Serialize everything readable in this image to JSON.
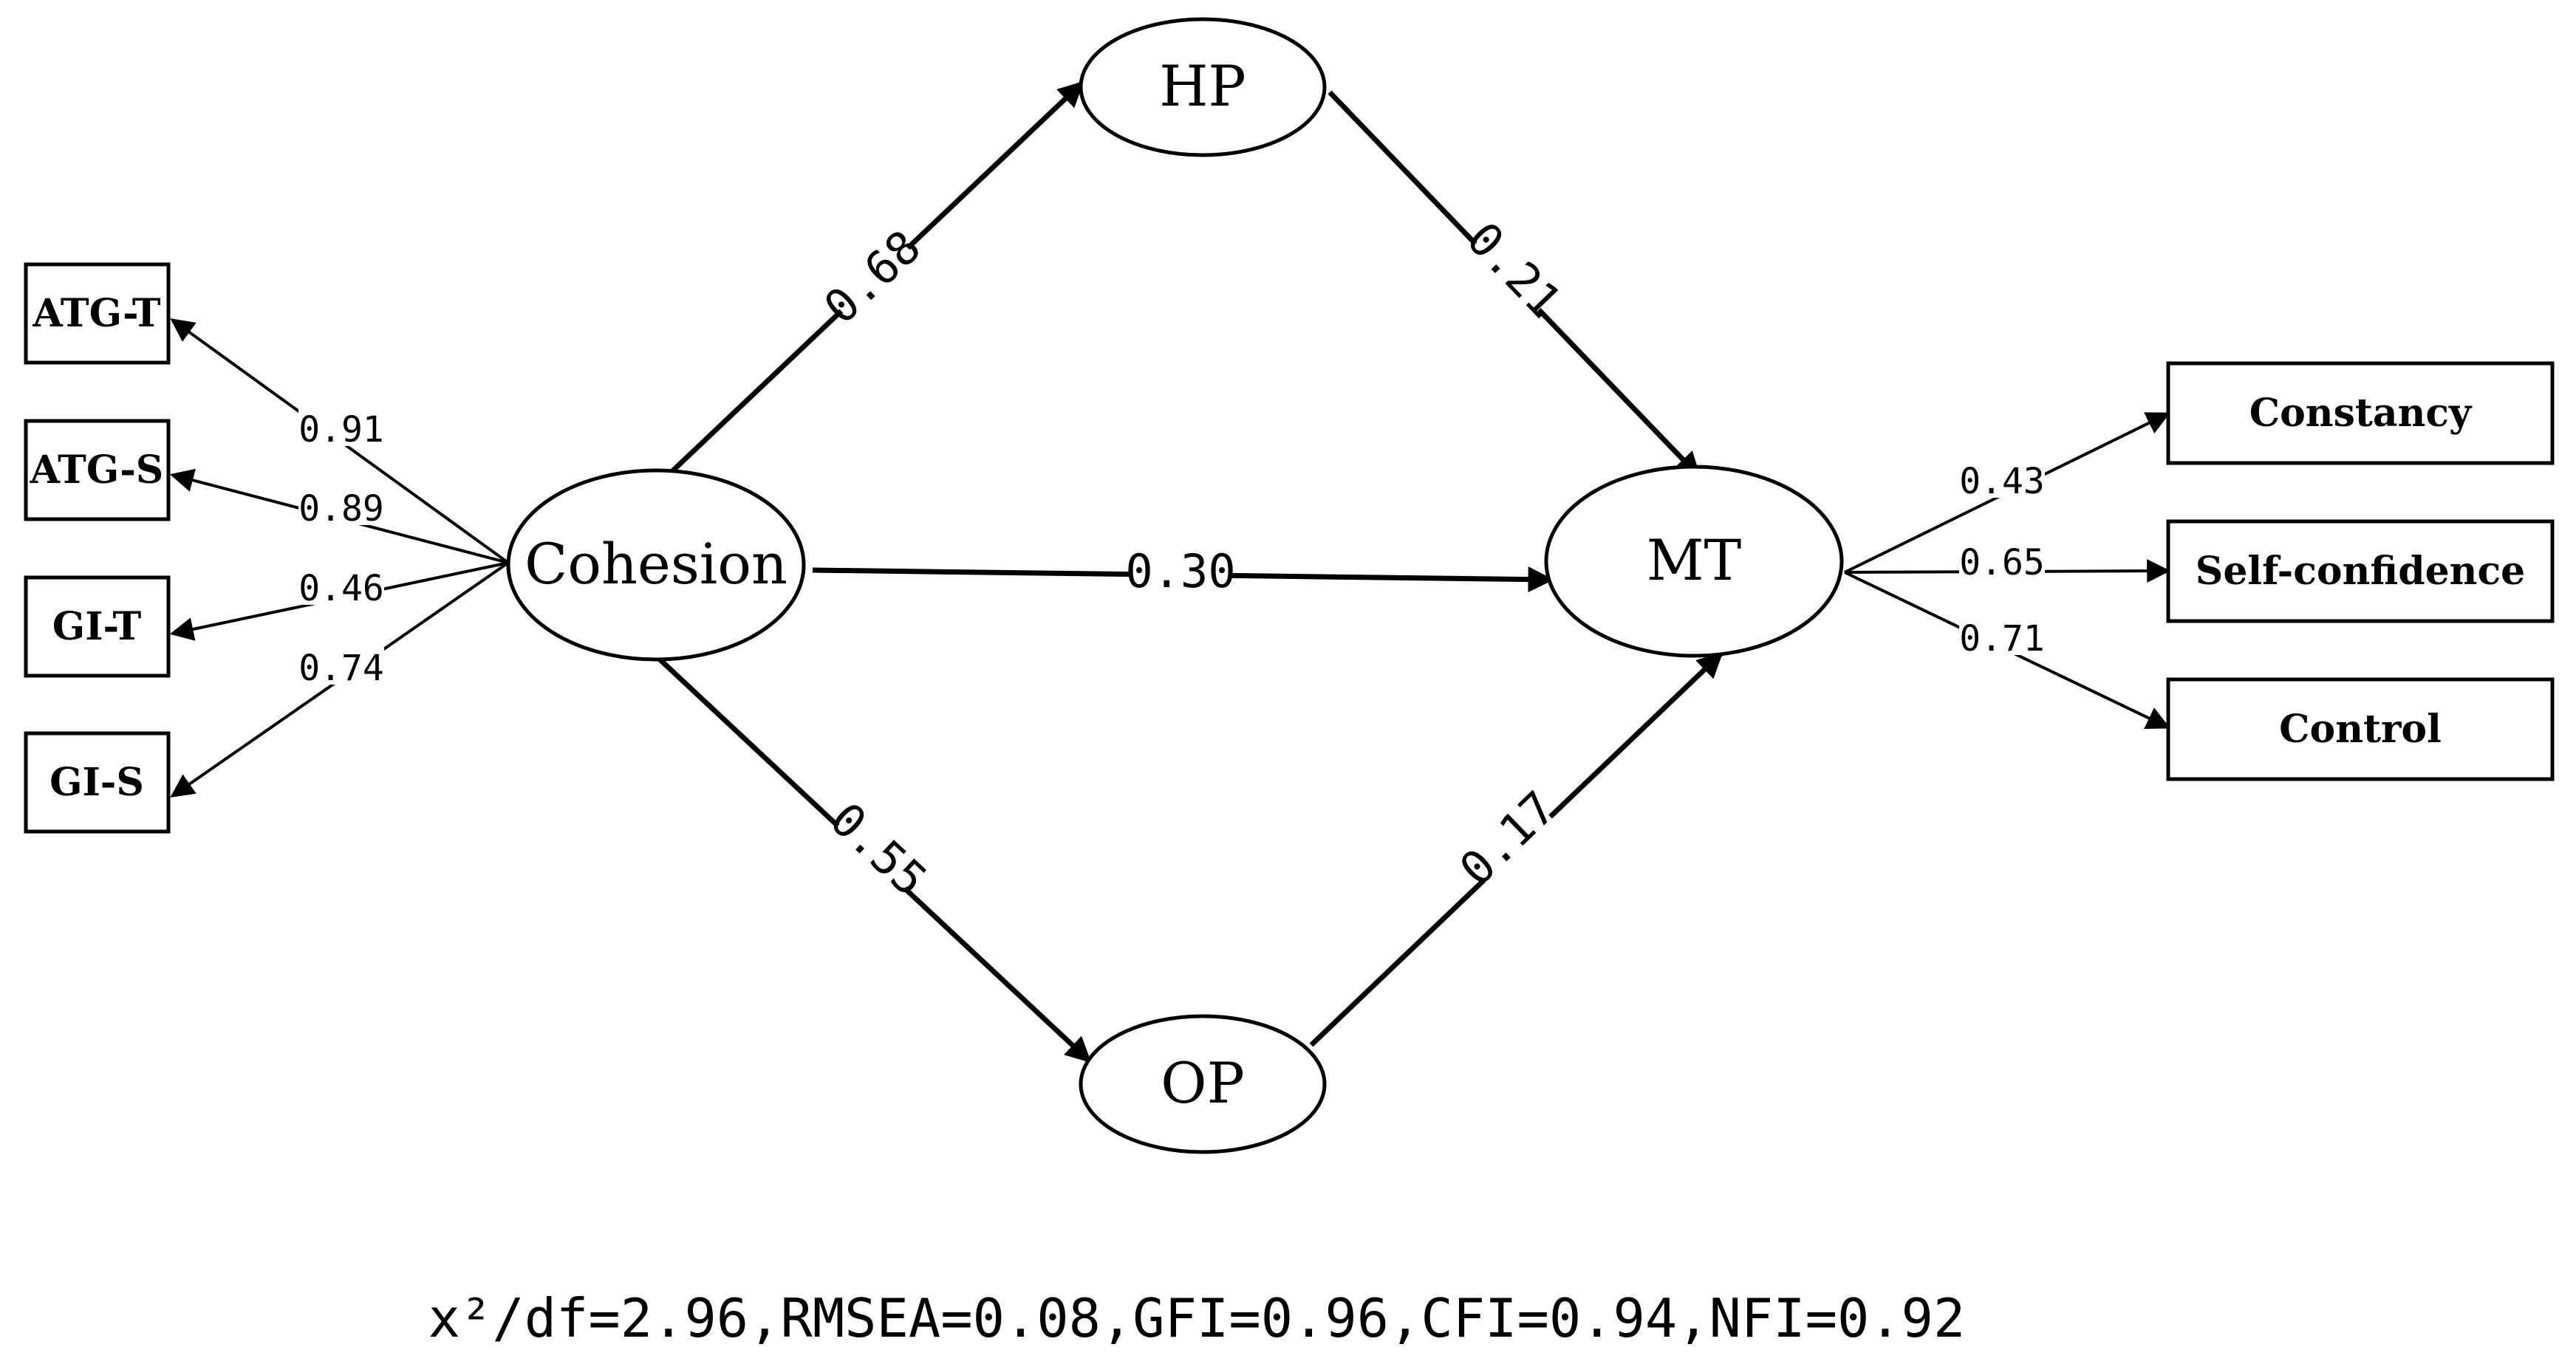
{
  "nodes": {
    "cohesion": "Cohesion",
    "hp": "HP",
    "op": "OP",
    "mt": "MT"
  },
  "cohesion_indicators": [
    {
      "label": "ATG-T",
      "loading": "0.91"
    },
    {
      "label": "ATG-S",
      "loading": "0.89"
    },
    {
      "label": "GI-T",
      "loading": "0.46"
    },
    {
      "label": "GI-S",
      "loading": "0.74"
    }
  ],
  "mt_indicators": [
    {
      "label": "Constancy",
      "loading": "0.43"
    },
    {
      "label": "Self-confidence",
      "loading": "0.65"
    },
    {
      "label": "Control",
      "loading": "0.71"
    }
  ],
  "paths": {
    "cohesion_hp": "0.68",
    "hp_mt": "0.21",
    "cohesion_mt": "0.30",
    "cohesion_op": "0.55",
    "op_mt": "0.17"
  },
  "fit": "x²/df=2.96,RMSEA=0.08,GFI=0.96,CFI=0.94,NFI=0.92"
}
